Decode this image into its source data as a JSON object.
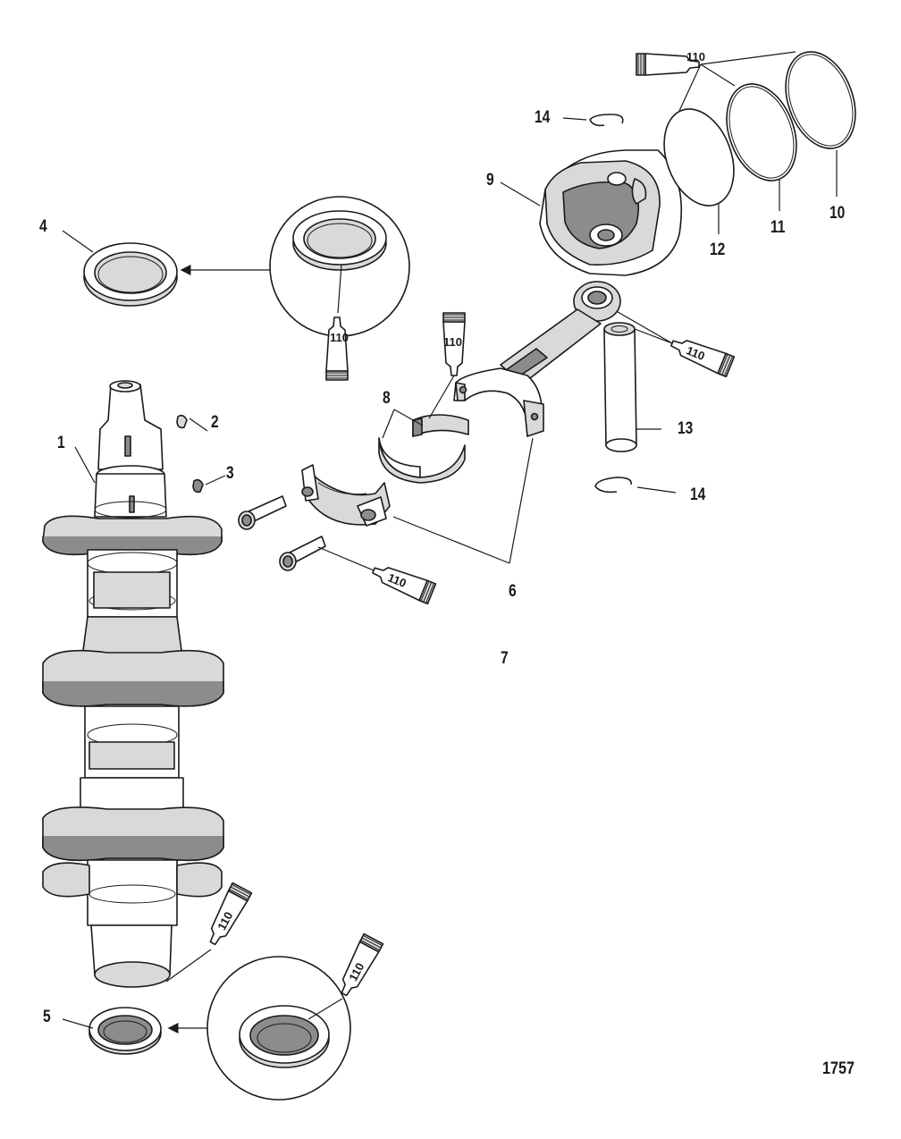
{
  "figure_number": "1757",
  "callouts": {
    "c1": "1",
    "c2": "2",
    "c3": "3",
    "c4": "4",
    "c5": "5",
    "c6": "6",
    "c7": "7",
    "c8": "8",
    "c9": "9",
    "c10": "10",
    "c11": "11",
    "c12": "12",
    "c13": "13",
    "c14a": "14",
    "c14b": "14"
  },
  "lubricant_label": "110",
  "parts": {
    "crankshaft": "crankshaft",
    "piston": "piston",
    "connecting_rod": "connecting-rod",
    "wrist_pin": "wrist-pin"
  }
}
